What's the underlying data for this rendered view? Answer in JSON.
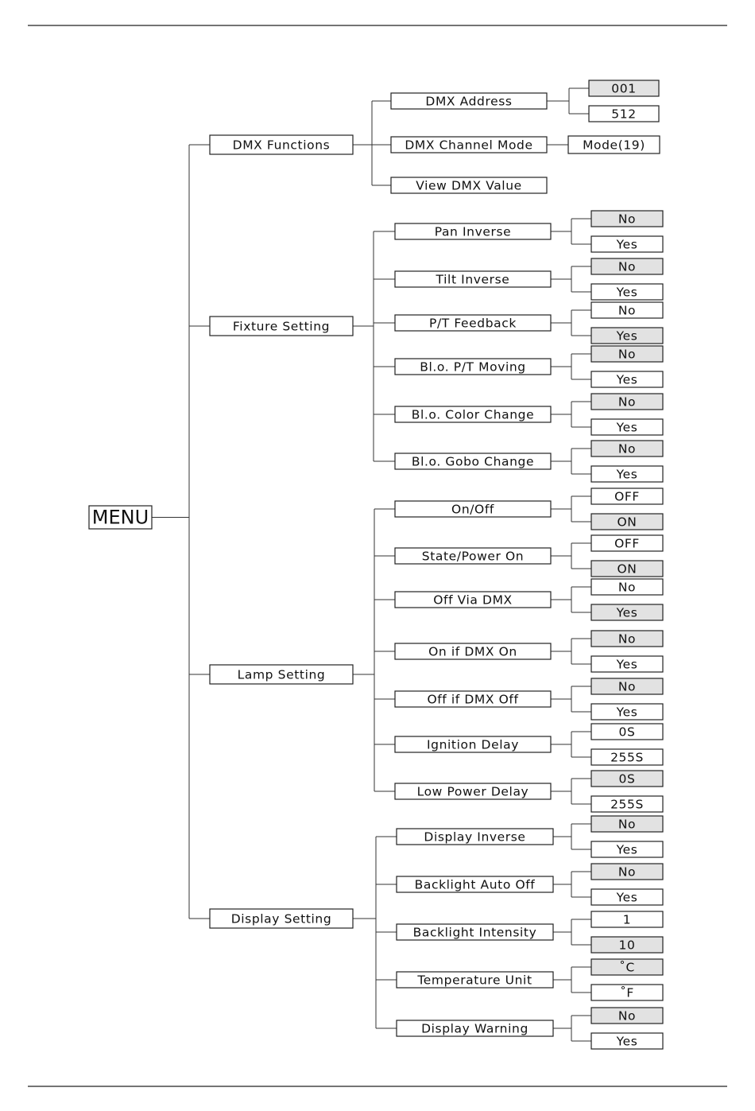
{
  "root": "MENU",
  "sections": [
    {
      "label": "DMX Functions",
      "items": [
        {
          "label": "DMX Address",
          "options": [
            {
              "label": "001",
              "shaded": true
            },
            {
              "label": "512",
              "shaded": false
            }
          ]
        },
        {
          "label": "DMX Channel Mode",
          "options": [
            {
              "label": "Mode(19)",
              "shaded": false
            }
          ]
        },
        {
          "label": "View DMX Value",
          "options": []
        }
      ]
    },
    {
      "label": "Fixture Setting",
      "items": [
        {
          "label": "Pan Inverse",
          "options": [
            {
              "label": "No",
              "shaded": true
            },
            {
              "label": "Yes",
              "shaded": false
            }
          ]
        },
        {
          "label": "Tilt Inverse",
          "options": [
            {
              "label": "No",
              "shaded": true
            },
            {
              "label": "Yes",
              "shaded": false
            }
          ]
        },
        {
          "label": "P/T Feedback",
          "options": [
            {
              "label": "No",
              "shaded": false
            },
            {
              "label": "Yes",
              "shaded": true
            }
          ]
        },
        {
          "label": "Bl.o. P/T Moving",
          "options": [
            {
              "label": "No",
              "shaded": true
            },
            {
              "label": "Yes",
              "shaded": false
            }
          ]
        },
        {
          "label": "Bl.o. Color Change",
          "options": [
            {
              "label": "No",
              "shaded": true
            },
            {
              "label": "Yes",
              "shaded": false
            }
          ]
        },
        {
          "label": "Bl.o. Gobo Change",
          "options": [
            {
              "label": "No",
              "shaded": true
            },
            {
              "label": "Yes",
              "shaded": false
            }
          ]
        }
      ]
    },
    {
      "label": "Lamp Setting",
      "items": [
        {
          "label": "On/Off",
          "options": [
            {
              "label": "OFF",
              "shaded": false
            },
            {
              "label": "ON",
              "shaded": true
            }
          ]
        },
        {
          "label": "State/Power On",
          "options": [
            {
              "label": "OFF",
              "shaded": false
            },
            {
              "label": "ON",
              "shaded": true
            }
          ]
        },
        {
          "label": "Off Via DMX",
          "options": [
            {
              "label": "No",
              "shaded": false
            },
            {
              "label": "Yes",
              "shaded": true
            }
          ]
        },
        {
          "label": "On if DMX On",
          "options": [
            {
              "label": "No",
              "shaded": true
            },
            {
              "label": "Yes",
              "shaded": false
            }
          ]
        },
        {
          "label": "Off if DMX Off",
          "options": [
            {
              "label": "No",
              "shaded": true
            },
            {
              "label": "Yes",
              "shaded": false
            }
          ]
        },
        {
          "label": "Ignition Delay",
          "options": [
            {
              "label": "0S",
              "shaded": false
            },
            {
              "label": "255S",
              "shaded": false
            }
          ]
        },
        {
          "label": "Low Power Delay",
          "options": [
            {
              "label": "0S",
              "shaded": true
            },
            {
              "label": "255S",
              "shaded": false
            }
          ]
        }
      ]
    },
    {
      "label": "Display Setting",
      "items": [
        {
          "label": "Display Inverse",
          "options": [
            {
              "label": "No",
              "shaded": true
            },
            {
              "label": "Yes",
              "shaded": false
            }
          ]
        },
        {
          "label": "Backlight Auto Off",
          "options": [
            {
              "label": "No",
              "shaded": true
            },
            {
              "label": "Yes",
              "shaded": false
            }
          ]
        },
        {
          "label": "Backlight  Intensity",
          "options": [
            {
              "label": "1",
              "shaded": false
            },
            {
              "label": "10",
              "shaded": true
            }
          ]
        },
        {
          "label": "Temperature Unit",
          "options": [
            {
              "label": "˚C",
              "shaded": true
            },
            {
              "label": "˚F",
              "shaded": false
            }
          ]
        },
        {
          "label": "Display Warning",
          "options": [
            {
              "label": "No",
              "shaded": true
            },
            {
              "label": "Yes",
              "shaded": false
            }
          ]
        }
      ]
    }
  ]
}
